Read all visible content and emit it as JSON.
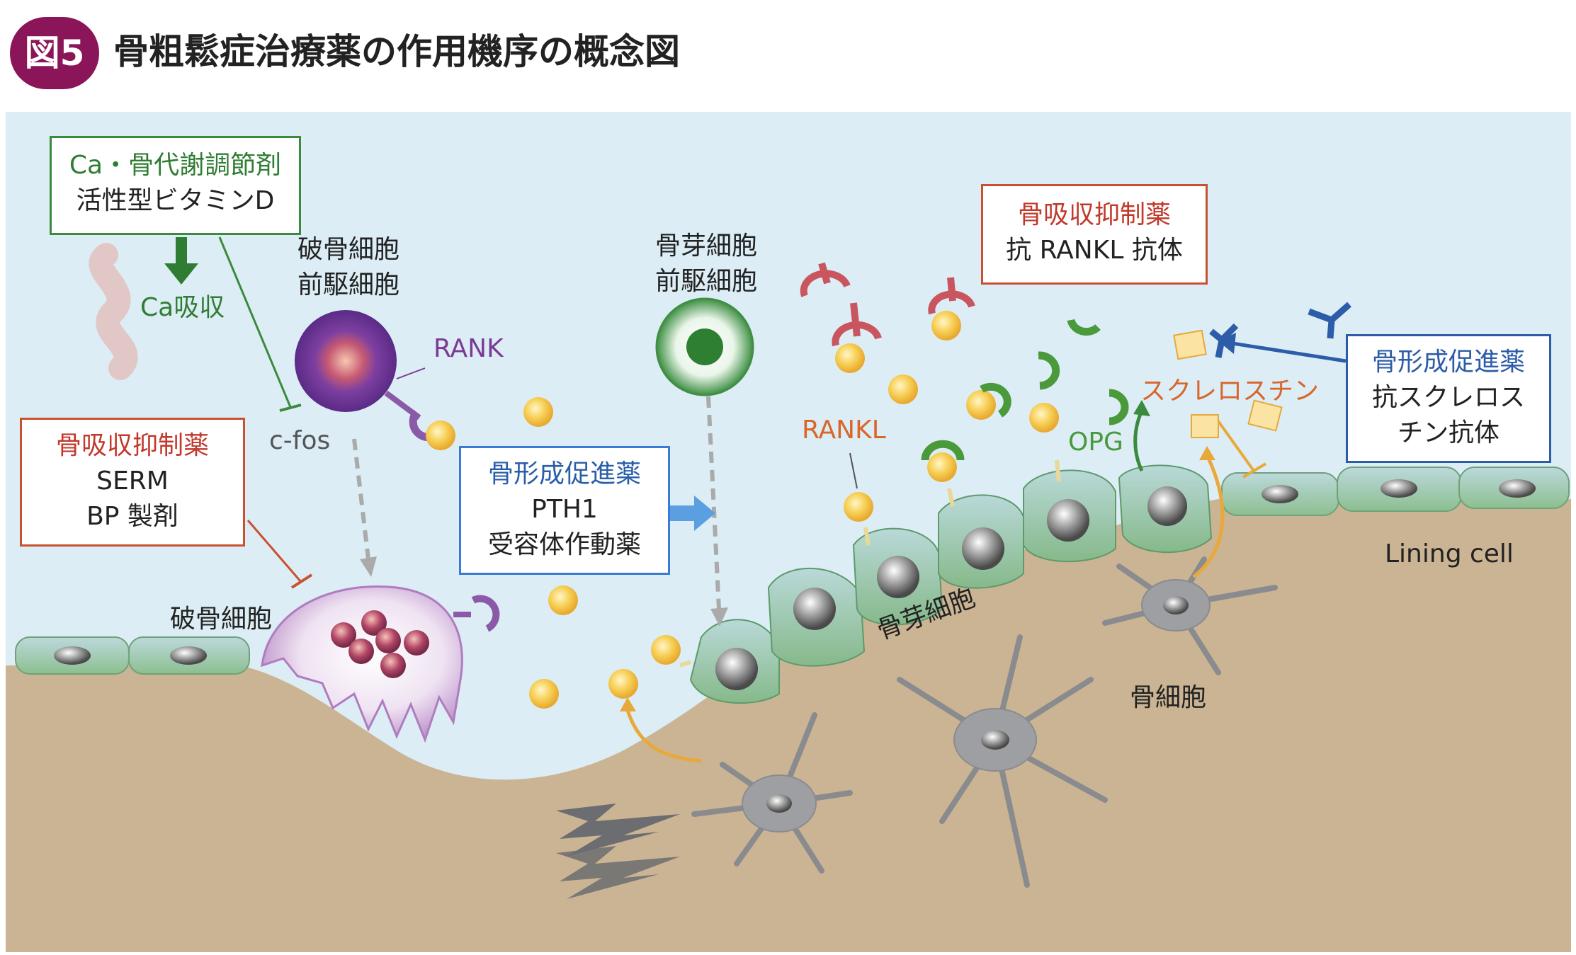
{
  "header": {
    "badge": "図5",
    "title": "骨粗鬆症治療薬の作用機序の概念図"
  },
  "boxes": {
    "ca_regulator": {
      "head": "Ca・骨代謝調節剤",
      "line1": "活性型ビタミンD"
    },
    "resorption_left": {
      "head": "骨吸収抑制薬",
      "line1": "SERM",
      "line2": "BP 製剤"
    },
    "formation_pth": {
      "head": "骨形成促進薬",
      "line1": "PTH1",
      "line2": "受容体作動薬"
    },
    "resorption_rankl": {
      "head": "骨吸収抑制薬",
      "line1": "抗 RANKL 抗体"
    },
    "formation_sclerostin": {
      "head": "骨形成促進薬",
      "line1": "抗スクレロス",
      "line2": "チン抗体"
    }
  },
  "labels": {
    "ca_absorption": "Ca吸収",
    "cfos": "c-fos",
    "osteoclast_precursor_1": "破骨細胞",
    "osteoclast_precursor_2": "前駆細胞",
    "rank": "RANK",
    "osteoblast_precursor_1": "骨芽細胞",
    "osteoblast_precursor_2": "前駆細胞",
    "osteoclast": "破骨細胞",
    "rankl": "RANKL",
    "opg": "OPG",
    "sclerostin": "スクレロスチン",
    "lining_cell": "Lining cell",
    "osteoblast": "骨芽細胞",
    "osteocyte": "骨細胞"
  },
  "colors": {
    "badge": "#8b1559",
    "fluid": "#dcedf5",
    "bone": "#cbb493",
    "green": "#3b8a3e",
    "red": "#c9512d",
    "blue": "#3a7bd5",
    "purple": "#7b3b95",
    "orange": "#e8a93a",
    "rankl_receptor": "#c9565f"
  }
}
